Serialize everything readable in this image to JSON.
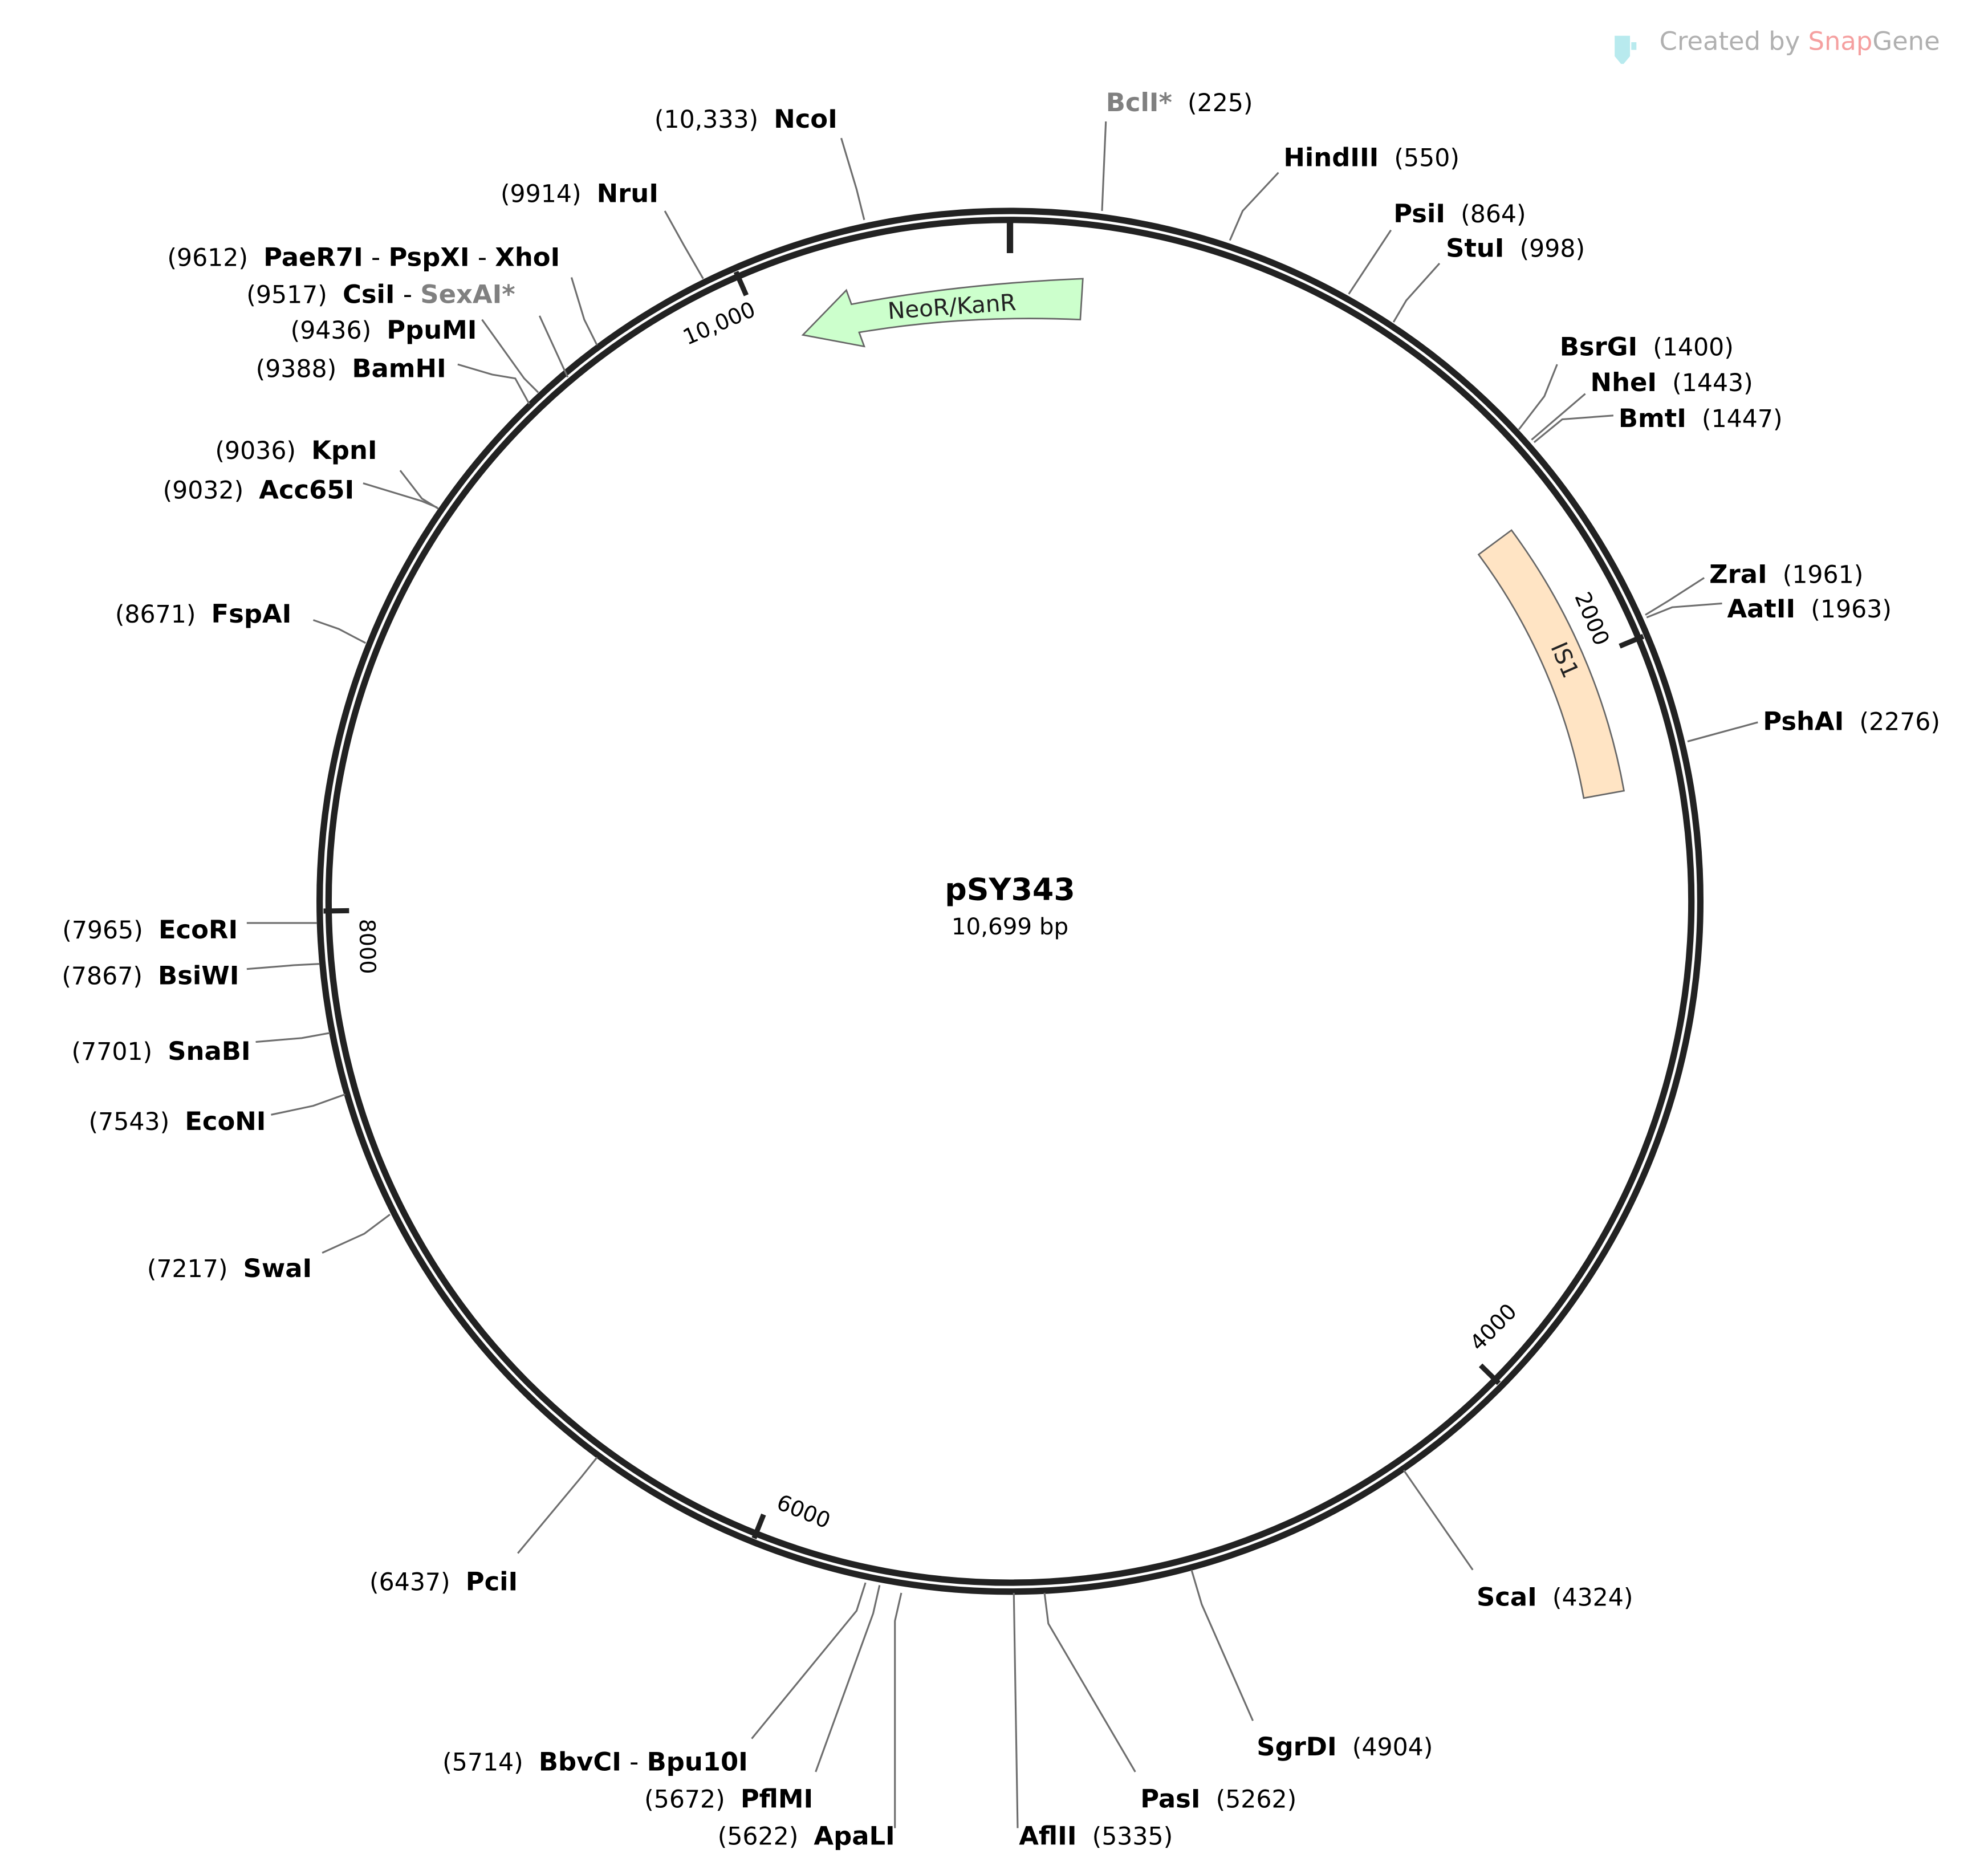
{
  "watermark": {
    "prefix": "Created by ",
    "brand_a": "Snap",
    "brand_b": "Gene",
    "colors": {
      "gray": "#b0b0b0",
      "red": "#f5a0a0",
      "cyan": "#b8eaee"
    }
  },
  "plasmid": {
    "name": "pSY343",
    "length_label": "10,699 bp",
    "length_bp": 10699
  },
  "ticks": [
    {
      "position": 2000,
      "label": "2000"
    },
    {
      "position": 4000,
      "label": "4000"
    },
    {
      "position": 6000,
      "label": "6000"
    },
    {
      "position": 8000,
      "label": "8000"
    },
    {
      "position": 10000,
      "label": "10,000"
    }
  ],
  "features": [
    {
      "name": "NeoR/KanR",
      "type": "CDS",
      "direction": "reverse",
      "color": "#ccffcc"
    },
    {
      "name": "IS1",
      "type": "mobile_element",
      "direction": "none",
      "color": "#ffe4c4"
    }
  ],
  "enzymes": [
    {
      "position": "225",
      "parts": [
        {
          "name": "BclI*",
          "gray": true
        }
      ]
    },
    {
      "position": "550",
      "parts": [
        {
          "name": "HindIII",
          "gray": false
        }
      ]
    },
    {
      "position": "864",
      "parts": [
        {
          "name": "PsiI",
          "gray": false
        }
      ]
    },
    {
      "position": "998",
      "parts": [
        {
          "name": "StuI",
          "gray": false
        }
      ]
    },
    {
      "position": "1400",
      "parts": [
        {
          "name": "BsrGI",
          "gray": false
        }
      ]
    },
    {
      "position": "1443",
      "parts": [
        {
          "name": "NheI",
          "gray": false
        }
      ]
    },
    {
      "position": "1447",
      "parts": [
        {
          "name": "BmtI",
          "gray": false
        }
      ]
    },
    {
      "position": "1961",
      "parts": [
        {
          "name": "ZraI",
          "gray": false
        }
      ]
    },
    {
      "position": "1963",
      "parts": [
        {
          "name": "AatII",
          "gray": false
        }
      ]
    },
    {
      "position": "2276",
      "parts": [
        {
          "name": "PshAI",
          "gray": false
        }
      ]
    },
    {
      "position": "4324",
      "parts": [
        {
          "name": "ScaI",
          "gray": false
        }
      ]
    },
    {
      "position": "4904",
      "parts": [
        {
          "name": "SgrDI",
          "gray": false
        }
      ]
    },
    {
      "position": "5262",
      "parts": [
        {
          "name": "PasI",
          "gray": false
        }
      ]
    },
    {
      "position": "5335",
      "parts": [
        {
          "name": "AflII",
          "gray": false
        }
      ]
    },
    {
      "position": "5622",
      "parts": [
        {
          "name": "ApaLI",
          "gray": false
        }
      ]
    },
    {
      "position": "5672",
      "parts": [
        {
          "name": "PflMI",
          "gray": false
        }
      ]
    },
    {
      "position": "5714",
      "parts": [
        {
          "name": "BbvCI",
          "gray": false
        },
        {
          "name": "Bpu10I",
          "gray": false
        }
      ]
    },
    {
      "position": "6437",
      "parts": [
        {
          "name": "PciI",
          "gray": false
        }
      ]
    },
    {
      "position": "7217",
      "parts": [
        {
          "name": "SwaI",
          "gray": false
        }
      ]
    },
    {
      "position": "7543",
      "parts": [
        {
          "name": "EcoNI",
          "gray": false
        }
      ]
    },
    {
      "position": "7701",
      "parts": [
        {
          "name": "SnaBI",
          "gray": false
        }
      ]
    },
    {
      "position": "7867",
      "parts": [
        {
          "name": "BsiWI",
          "gray": false
        }
      ]
    },
    {
      "position": "7965",
      "parts": [
        {
          "name": "EcoRI",
          "gray": false
        }
      ]
    },
    {
      "position": "8671",
      "parts": [
        {
          "name": "FspAI",
          "gray": false
        }
      ]
    },
    {
      "position": "9032",
      "parts": [
        {
          "name": "Acc65I",
          "gray": false
        }
      ]
    },
    {
      "position": "9036",
      "parts": [
        {
          "name": "KpnI",
          "gray": false
        }
      ]
    },
    {
      "position": "9388",
      "parts": [
        {
          "name": "BamHI",
          "gray": false
        }
      ]
    },
    {
      "position": "9436",
      "parts": [
        {
          "name": "PpuMI",
          "gray": false
        }
      ]
    },
    {
      "position": "9517",
      "parts": [
        {
          "name": "CsiI",
          "gray": false
        },
        {
          "name": "SexAI*",
          "gray": true
        }
      ]
    },
    {
      "position": "9612",
      "parts": [
        {
          "name": "PaeR7I",
          "gray": false
        },
        {
          "name": "PspXI",
          "gray": false
        },
        {
          "name": "XhoI",
          "gray": false
        }
      ]
    },
    {
      "position": "9914",
      "parts": [
        {
          "name": "NruI",
          "gray": false
        }
      ]
    },
    {
      "position": "10,333",
      "parts": [
        {
          "name": "NcoI",
          "gray": false
        }
      ]
    }
  ]
}
